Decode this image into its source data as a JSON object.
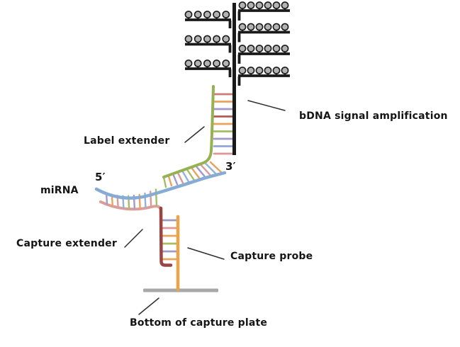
{
  "labels": {
    "bdna_signal_amplification": "bDNA signal amplification",
    "label_extender": "Label extender",
    "mirna": "miRNA",
    "five_prime": "5′",
    "three_prime": "3′",
    "capture_extender": "Capture extender",
    "capture_probe": "Capture probe",
    "bottom_of_capture_plate": "Bottom of capture plate"
  },
  "colors": {
    "structure_black": "#1a1a1a",
    "leader_line": "#2e2e2e",
    "bead_fill": "#b3b3b3",
    "bead_stroke": "#1a1a1a",
    "label_extender_strand": "#96b152",
    "mirna_strand": "#86abd4",
    "capture_extender_diagonal": "#db9d98",
    "capture_extender_vertical": "#9c4441",
    "capture_probe_strand": "#eda347",
    "plate_gray": "#a8a8a8",
    "text": "#151515"
  },
  "bdna_tree": {
    "left_branches": 3,
    "right_branches": 4,
    "beads_per_left_branch": 5,
    "beads_per_right_branch": 6
  },
  "ladders": {
    "label_extender_ladder_rungs": [
      "#c97b76",
      "#e8a45c",
      "#a398cc",
      "#b25b52",
      "#e8a45c",
      "#a3bd66",
      "#a398cc",
      "#93a6d4",
      "#dc9898"
    ],
    "upper_duplex_rungs": [
      "#a3bd66",
      "#e8a45c",
      "#a398cc",
      "#dc9898",
      "#93b1d9",
      "#a3bd66",
      "#e8a45c",
      "#a398cc",
      "#dc9898",
      "#93b1d9",
      "#e8a45c"
    ],
    "lower_duplex_rungs": [
      "#a398cc",
      "#e8a45c",
      "#dc9898",
      "#93b1d9",
      "#a3bd66",
      "#a398cc",
      "#e8a45c",
      "#93b1d9",
      "#dc9898",
      "#a3bd66"
    ],
    "capture_probe_ladder_rungs": [
      "#9a9ac8",
      "#dc9898",
      "#e8a45c",
      "#aabd66",
      "#a398cc",
      "#e8a45c"
    ]
  }
}
